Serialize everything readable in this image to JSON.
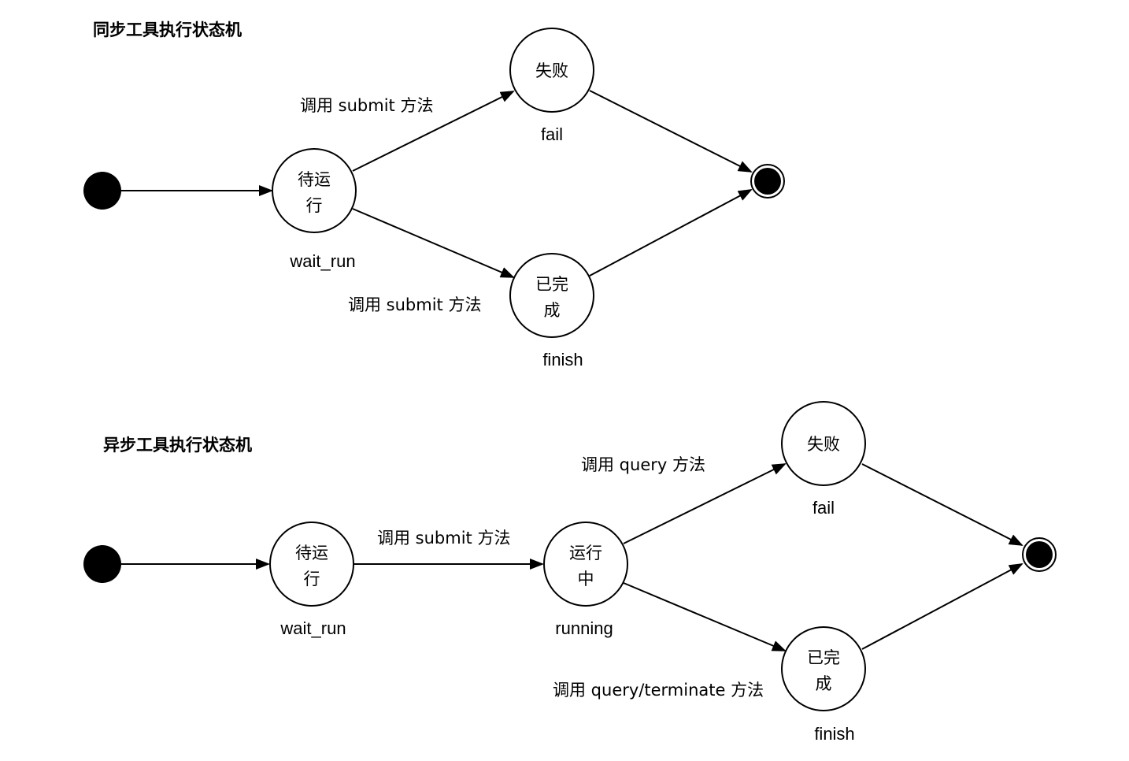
{
  "diagrams": [
    {
      "title": "同步工具执行状态机",
      "states": [
        {
          "id": "wait",
          "text": [
            "待运",
            "行"
          ],
          "label": "wait_run"
        },
        {
          "id": "fail",
          "text": [
            "失败"
          ],
          "label": "fail"
        },
        {
          "id": "finish",
          "text": [
            "已完",
            "成"
          ],
          "label": "finish"
        }
      ],
      "transitions": [
        {
          "from": "start",
          "to": "wait",
          "label": ""
        },
        {
          "from": "wait",
          "to": "fail",
          "label": "调用 submit 方法"
        },
        {
          "from": "wait",
          "to": "finish",
          "label": "调用 submit 方法"
        },
        {
          "from": "fail",
          "to": "end",
          "label": ""
        },
        {
          "from": "finish",
          "to": "end",
          "label": ""
        }
      ]
    },
    {
      "title": "异步工具执行状态机",
      "states": [
        {
          "id": "wait",
          "text": [
            "待运",
            "行"
          ],
          "label": "wait_run"
        },
        {
          "id": "running",
          "text": [
            "运行",
            "中"
          ],
          "label": "running"
        },
        {
          "id": "fail",
          "text": [
            "失败"
          ],
          "label": "fail"
        },
        {
          "id": "finish",
          "text": [
            "已完",
            "成"
          ],
          "label": "finish"
        }
      ],
      "transitions": [
        {
          "from": "start",
          "to": "wait",
          "label": ""
        },
        {
          "from": "wait",
          "to": "running",
          "label": "调用 submit 方法"
        },
        {
          "from": "running",
          "to": "fail",
          "label": "调用 query 方法"
        },
        {
          "from": "running",
          "to": "finish",
          "label": "调用 query/terminate 方法"
        },
        {
          "from": "fail",
          "to": "end",
          "label": ""
        },
        {
          "from": "finish",
          "to": "end",
          "label": ""
        }
      ]
    }
  ]
}
